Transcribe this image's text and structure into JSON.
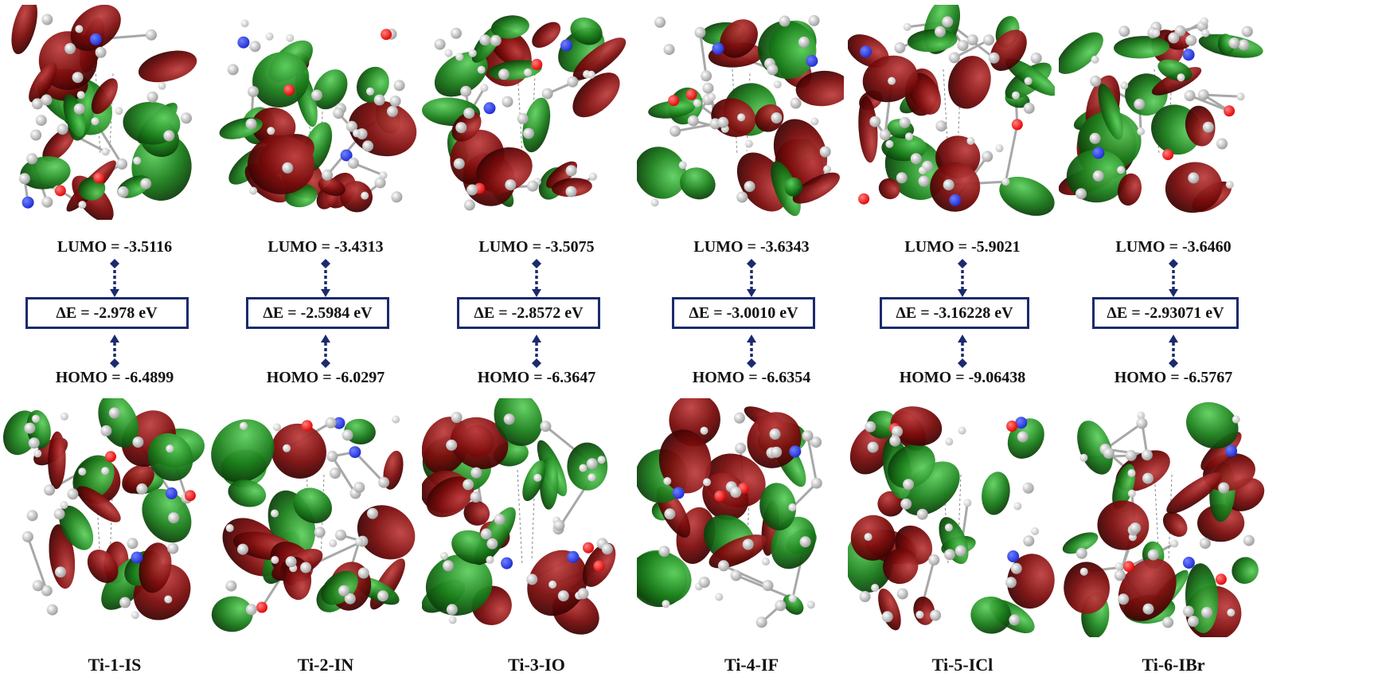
{
  "colors": {
    "lobe_positive": "#1b7f1b",
    "lobe_negative": "#7a0c0c",
    "atom_carbon": "#9a9a9a",
    "atom_hydrogen": "#e6e6e6",
    "atom_nitrogen": "#1b2bd0",
    "atom_oxygen": "#e10000",
    "box_border": "#1c2a6e",
    "arrow": "#1c2a6e"
  },
  "panels": [
    {
      "name": "Ti-1-IS",
      "lumo": "LUMO = -3.5116",
      "gap": "ΔE = -2.978 eV",
      "homo": "HOMO = -6.4899"
    },
    {
      "name": "Ti-2-IN",
      "lumo": "LUMO = -3.4313",
      "gap": "ΔE = -2.5984 eV",
      "homo": "HOMO = -6.0297"
    },
    {
      "name": "Ti-3-IO",
      "lumo": "LUMO = -3.5075",
      "gap": "ΔE = -2.8572 eV",
      "homo": "HOMO = -6.3647"
    },
    {
      "name": "Ti-4-IF",
      "lumo": "LUMO = -3.6343",
      "gap": "ΔE = -3.0010 eV",
      "homo": "HOMO = -6.6354"
    },
    {
      "name": "Ti-5-ICl",
      "lumo": "LUMO = -5.9021",
      "gap": "ΔE = -3.16228 eV",
      "homo": "HOMO = -9.06438"
    },
    {
      "name": "Ti-6-IBr",
      "lumo": "LUMO = -3.6460",
      "gap": "ΔE = -2.93071 eV",
      "homo": "HOMO = -6.5767"
    }
  ]
}
